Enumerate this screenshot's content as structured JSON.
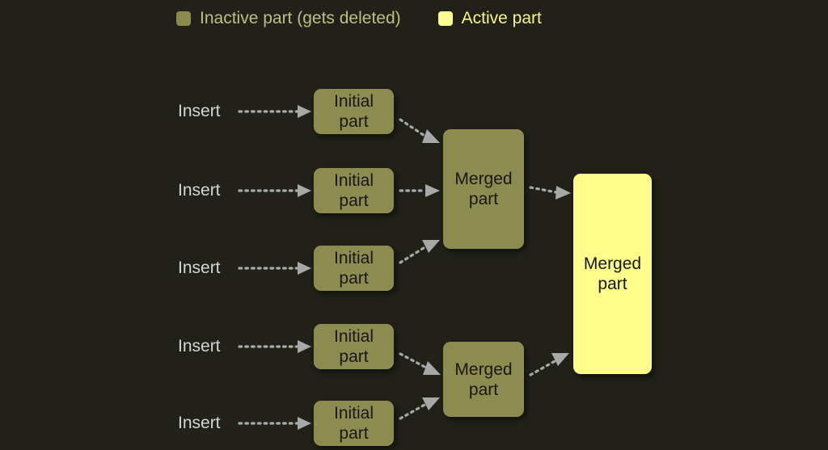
{
  "background_color": "#212119",
  "legend": {
    "items": [
      {
        "label": "Inactive part (gets deleted)",
        "swatch_color": "#8a8a4f",
        "text_color": "#bfbf7e",
        "state": "inactive"
      },
      {
        "label": "Active part",
        "swatch_color": "#fdfd96",
        "text_color": "#f7f77f",
        "state": "active"
      }
    ]
  },
  "diagram": {
    "insert_labels": [
      {
        "text": "Insert"
      },
      {
        "text": "Insert"
      },
      {
        "text": "Insert"
      },
      {
        "text": "Insert"
      },
      {
        "text": "Insert"
      }
    ],
    "initial_parts": [
      {
        "text": "Initial\npart",
        "state": "inactive"
      },
      {
        "text": "Initial\npart",
        "state": "inactive"
      },
      {
        "text": "Initial\npart",
        "state": "inactive"
      },
      {
        "text": "Initial\npart",
        "state": "inactive"
      },
      {
        "text": "Initial\npart",
        "state": "inactive"
      }
    ],
    "merged_parts": [
      {
        "text": "Merged\npart",
        "state": "inactive"
      },
      {
        "text": "Merged\npart",
        "state": "inactive"
      }
    ],
    "final_part": {
      "text": "Merged\npart",
      "state": "active"
    },
    "edge_style": {
      "color": "#a8a8a8",
      "dashed": true,
      "arrowhead": "triangle"
    }
  }
}
